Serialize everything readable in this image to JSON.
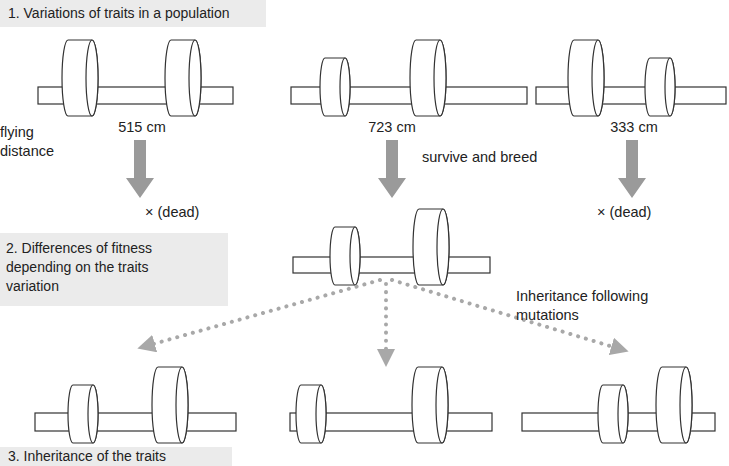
{
  "diagram": {
    "nodes": [
      {
        "text": [
          "1. Variations of traits in a population"
        ]
      },
      {
        "text": [
          "2. Differences of fitness depending on the traits variation"
        ]
      },
      {
        "text": [
          "3. Inheritance of the traits"
        ]
      }
    ],
    "labels": [
      "flying distance",
      "515 cm",
      "723 cm",
      "333 cm",
      "survive and breed",
      "× (dead)",
      "× (dead)",
      "Inheritance following mutations"
    ]
  }
}
